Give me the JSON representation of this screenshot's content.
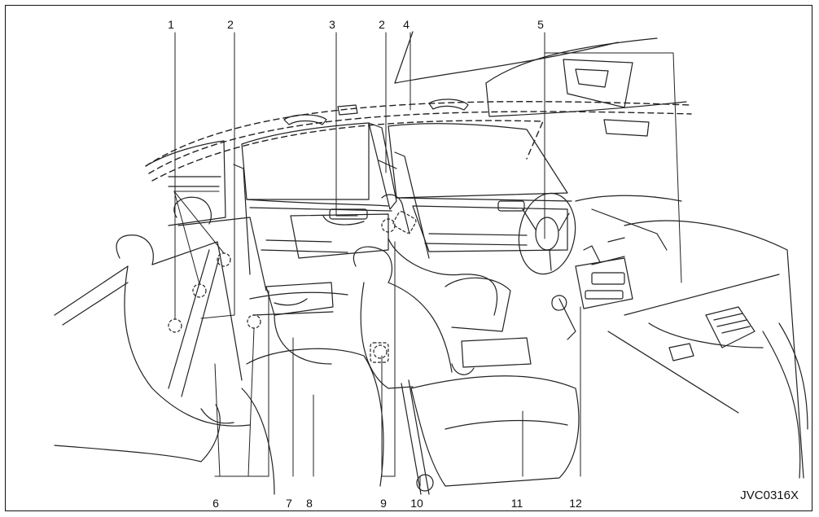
{
  "callouts": {
    "top": [
      "1",
      "2",
      "3",
      "2",
      "4",
      "5"
    ],
    "bottom": [
      "6",
      "7",
      "8",
      "9",
      "10",
      "11",
      "12"
    ]
  },
  "figure_code": "JVC0316X"
}
